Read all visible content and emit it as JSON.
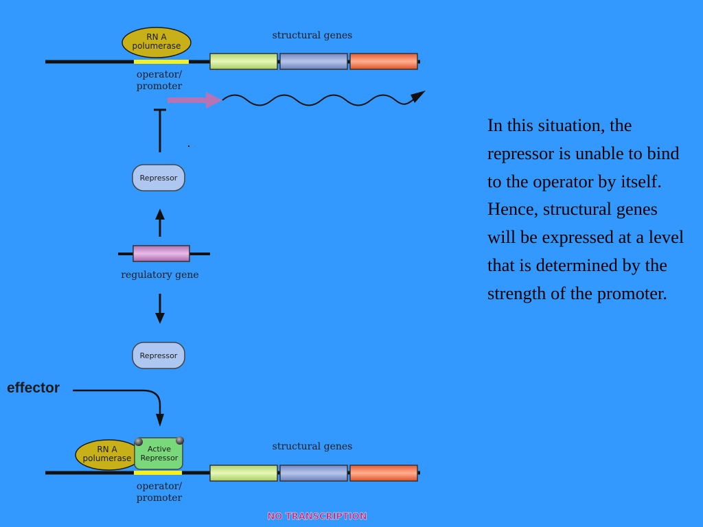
{
  "diagram": {
    "top": {
      "rna_polymerase_line1": "RN A",
      "rna_polymerase_line2": "polumerase",
      "structural_genes": "structural genes",
      "operator_line1": "operator/",
      "operator_line2": "promoter"
    },
    "repressor_upper": "Repressor",
    "regulatory_gene": "regulatory gene",
    "repressor_lower": "Repressor",
    "effector": "effector",
    "bottom": {
      "rna_polymerase_line1": "RN A",
      "rna_polymerase_line2": "polumerase",
      "active_repressor_line1": "Active",
      "active_repressor_line2": "Repressor",
      "structural_genes": "structural genes",
      "operator_line1": "operator/",
      "operator_line2": "promoter"
    },
    "no_transcription": "NO TRANSCRIPTION"
  },
  "description": "In this situation, the repressor is unable to bind to the operator by itself. Hence, structural genes will be expressed at a level that is determined by the strength of the promoter.",
  "colors": {
    "background": "#3399ff",
    "gene_green": "#c5e58a",
    "gene_blue": "#8a9ed2",
    "gene_red": "#f0714a",
    "regulatory_gene": "#c98ac9",
    "rna_polymerase": "#c7b018",
    "repressor": "#aec7f0",
    "active_repressor": "#79d879",
    "operator": "#f5f01e",
    "transcript_arrow": "#b575b5",
    "no_transcription": "#c02a7a"
  }
}
